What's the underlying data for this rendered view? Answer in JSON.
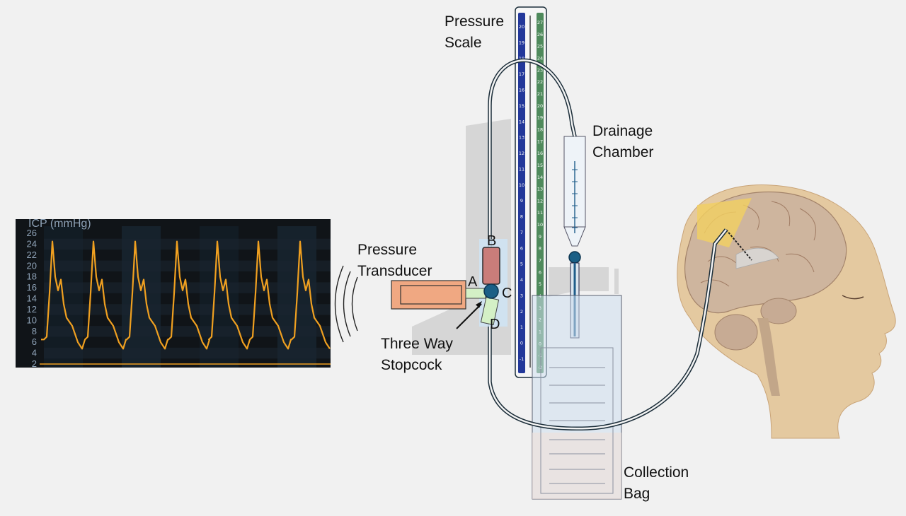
{
  "labels": {
    "pressure_scale": [
      "Pressure",
      "Scale"
    ],
    "drainage_chamber": [
      "Drainage",
      "Chamber"
    ],
    "pressure_transducer": [
      "Pressure",
      "Transducer"
    ],
    "three_way_stopcock": [
      "Three Way",
      "Stopcock"
    ],
    "collection_bag": [
      "Collection",
      "Bag"
    ]
  },
  "ports": {
    "a": "A",
    "b": "B",
    "c": "C",
    "d": "D"
  },
  "monitor": {
    "title": "ICP (mmHg)",
    "y_ticks": [
      "26",
      "24",
      "22",
      "20",
      "18",
      "16",
      "14",
      "12",
      "10",
      "8",
      "6",
      "4",
      "2"
    ],
    "trace_color": "#f0a020",
    "background": "#101418"
  },
  "scale": {
    "blue_ticks": [
      "20",
      "19",
      "18",
      "17",
      "16",
      "15",
      "14",
      "13",
      "12",
      "11",
      "10",
      "9",
      "8",
      "7",
      "6",
      "5",
      "4",
      "3",
      "2",
      "1",
      "0",
      "-1"
    ],
    "green_ticks": [
      "27",
      "26",
      "25",
      "24",
      "23",
      "22",
      "21",
      "20",
      "19",
      "18",
      "17",
      "16",
      "15",
      "14",
      "13",
      "12",
      "11",
      "10",
      "9",
      "8",
      "7",
      "6",
      "5",
      "4",
      "3",
      "2",
      "1",
      "0",
      "-1",
      "-2"
    ],
    "blue_color": "#23389a",
    "green_color": "#4f8a5c"
  }
}
